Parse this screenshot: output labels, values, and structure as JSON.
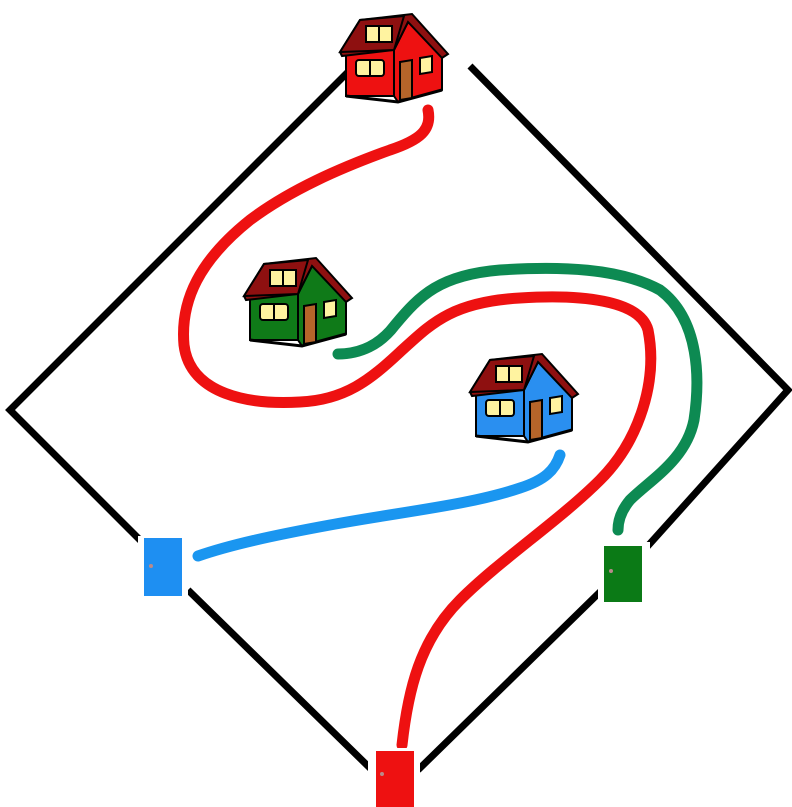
{
  "puzzle": {
    "houses": [
      {
        "id": "red-house",
        "color": "#ee1111"
      },
      {
        "id": "green-house",
        "color": "#0f7a18"
      },
      {
        "id": "blue-house",
        "color": "#2a8ff0"
      }
    ],
    "doors": [
      {
        "id": "blue-door",
        "color": "#1e8ff2"
      },
      {
        "id": "green-door",
        "color": "#0b7a16"
      },
      {
        "id": "red-door",
        "color": "#ee1111"
      }
    ],
    "paths": [
      {
        "id": "red-path",
        "from": "red-house",
        "to": "red-door",
        "color": "#ee1111"
      },
      {
        "id": "green-path",
        "from": "green-house",
        "to": "green-door",
        "color": "#0d8a52"
      },
      {
        "id": "blue-path",
        "from": "blue-house",
        "to": "blue-door",
        "color": "#1a96f0"
      }
    ],
    "roof_color": "#8e1010",
    "window_color": "#fff3a0",
    "door_wood_color": "#b5652a",
    "fence_color": "#000000"
  }
}
